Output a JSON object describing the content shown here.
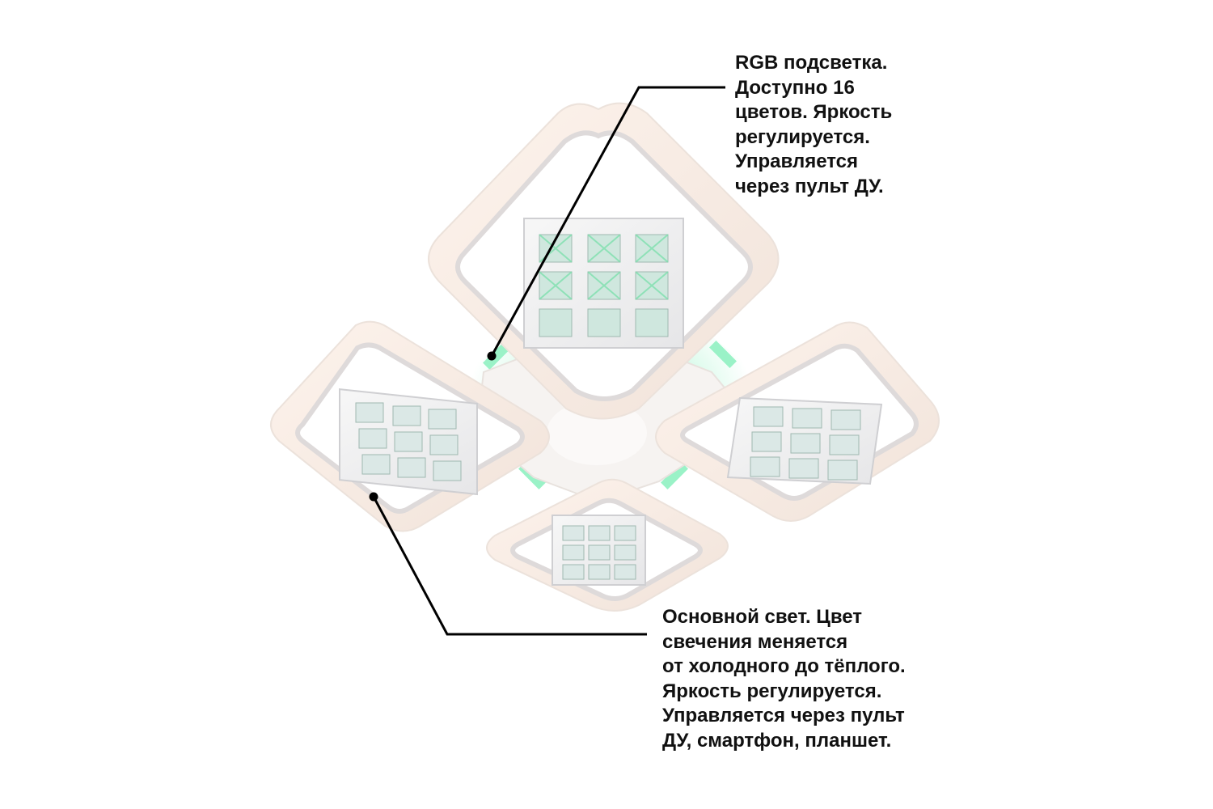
{
  "product": {
    "image_name": "led-chandelier-four-square-rings-with-crystal-panels",
    "frame_color": "#f4f2f0",
    "glow_color": "#fbeee4",
    "rgb_accent_color": "#8ff2c2",
    "leader_line_color": "#000000"
  },
  "callouts": {
    "rgb": {
      "lines": [
        "RGB подсветка.",
        "Доступно 16",
        "цветов. Яркость",
        "регулируется.",
        "Управляется",
        "через пульт ДУ."
      ]
    },
    "main_light": {
      "lines": [
        "Основной свет. Цвет",
        "свечения меняется",
        "от холодного до тёплого.",
        "Яркость регулируется.",
        "Управляется через пульт",
        "ДУ, смартфон, планшет."
      ]
    }
  }
}
